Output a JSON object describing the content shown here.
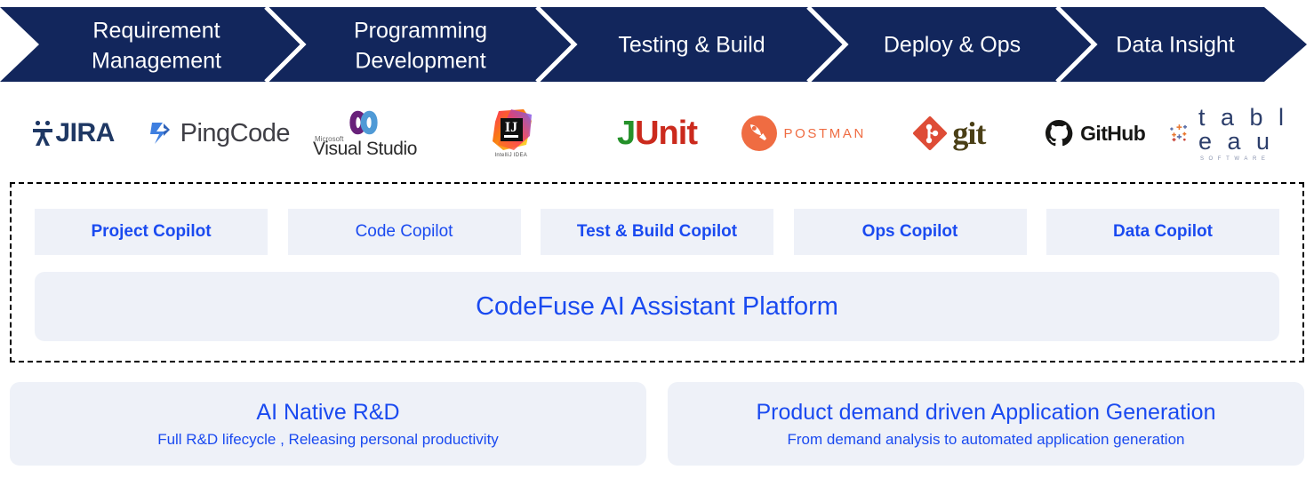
{
  "colors": {
    "banner_navy": "#12265c",
    "banner_text": "#ffffff",
    "accent_blue": "#1a4af0",
    "panel_bg": "#eef1f8",
    "dashed_border": "#000000",
    "page_bg": "#ffffff"
  },
  "banner": {
    "name": "devops-lifecycle-stages",
    "stages": [
      {
        "label_line1": "Requirement",
        "label_line2": "Management"
      },
      {
        "label_line1": "Programming",
        "label_line2": "Development"
      },
      {
        "label_line1": "Testing & Build",
        "label_line2": ""
      },
      {
        "label_line1": "Deploy & Ops",
        "label_line2": ""
      },
      {
        "label_line1": "Data Insight",
        "label_line2": ""
      }
    ]
  },
  "logos": [
    {
      "id": "jira",
      "name": "Jira",
      "text": "JIRA",
      "color": "#1f3864"
    },
    {
      "id": "pingcode",
      "name": "PingCode",
      "text": "PingCode",
      "color": "#3f3f46",
      "mark_color": "#3e7fe0"
    },
    {
      "id": "visual-studio",
      "name": "Visual Studio",
      "text": "Visual Studio",
      "superscript": "Microsoft",
      "color": "#2b2b2b",
      "mark_color": "#68217a"
    },
    {
      "id": "intellij-idea",
      "name": "IntelliJ IDEA",
      "text": "IJ",
      "caption": "IntelliJ IDEA"
    },
    {
      "id": "junit",
      "name": "JUnit",
      "text_j": "J",
      "text_unit": "Unit",
      "color_j": "#25912a",
      "color_unit": "#cb2a1d"
    },
    {
      "id": "postman",
      "name": "Postman",
      "text": "POSTMAN",
      "color": "#ef6c42"
    },
    {
      "id": "git",
      "name": "Git",
      "text": "git",
      "color": "#4a3f16",
      "mark_color": "#de4c36"
    },
    {
      "id": "github",
      "name": "GitHub",
      "text": "GitHub",
      "color": "#161614"
    },
    {
      "id": "tableau",
      "name": "Tableau Software",
      "text": "t a b l e a u",
      "sub": "SOFTWARE",
      "color": "#2c3e6b"
    }
  ],
  "platform": {
    "copilots": [
      {
        "label": "Project Copilot",
        "bold": true
      },
      {
        "label": "Code Copilot",
        "bold": false
      },
      {
        "label": "Test & Build Copilot",
        "bold": true
      },
      {
        "label": "Ops Copilot",
        "bold": true
      },
      {
        "label": "Data Copilot",
        "bold": true
      }
    ],
    "platform_bar_label": "CodeFuse AI Assistant Platform"
  },
  "value_cards": [
    {
      "title": "AI Native R&D",
      "subtitle": "Full R&D lifecycle , Releasing personal productivity"
    },
    {
      "title": "Product demand driven Application Generation",
      "subtitle": "From demand analysis to automated application generation"
    }
  ]
}
